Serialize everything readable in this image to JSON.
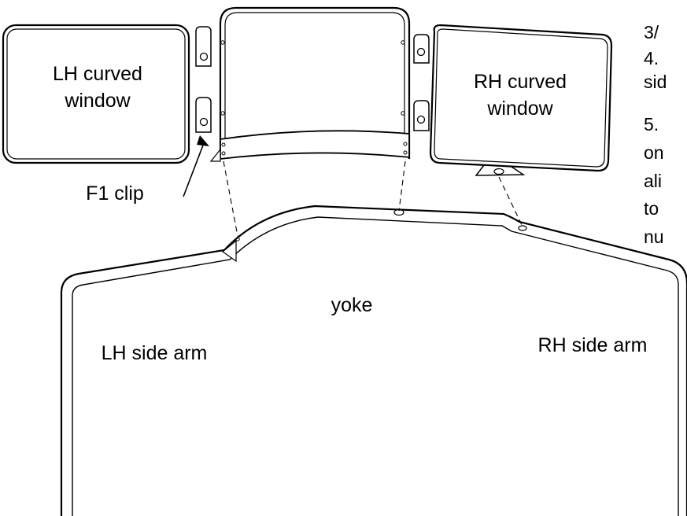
{
  "labels": {
    "lh_window": [
      "LH curved",
      "window"
    ],
    "rh_window": [
      "RH curved",
      "window"
    ],
    "clip": "F1 clip",
    "yoke": "yoke",
    "lh_arm": "LH side arm",
    "rh_arm": "RH side arm"
  },
  "steps_cut": [
    "3/",
    "4.",
    "sid",
    "5.",
    "on",
    "ali",
    "to",
    "nu"
  ]
}
